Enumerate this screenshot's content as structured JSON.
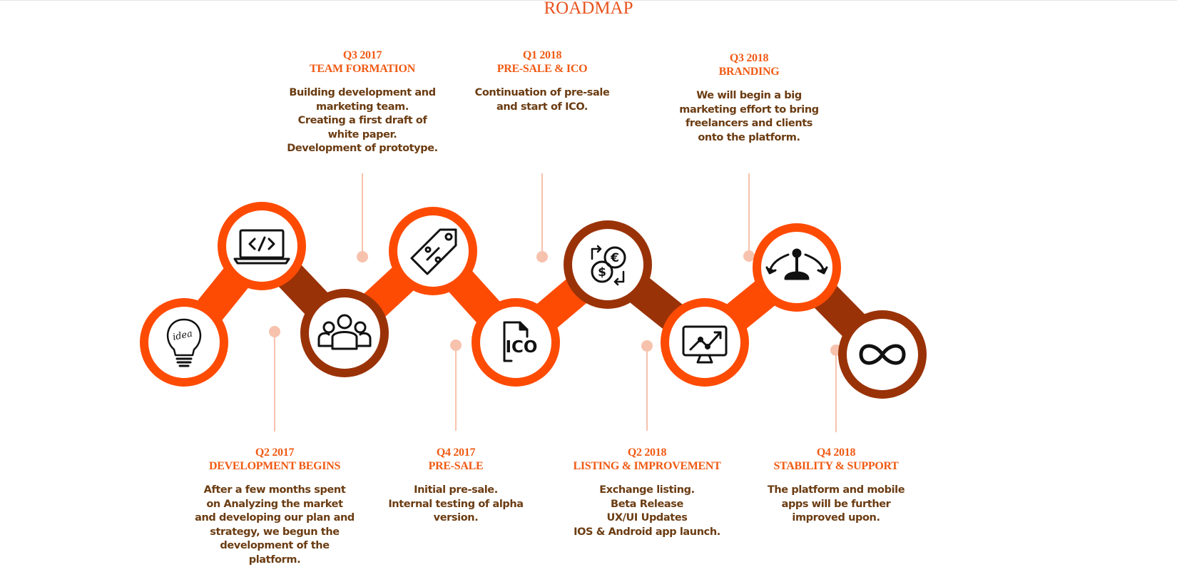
{
  "page": {
    "title": "ROADMAP"
  },
  "colors": {
    "title": "#e8531e",
    "heading": "#f05a13",
    "body": "#6b3c12",
    "ring_orange": "#fe4b04",
    "ring_brown": "#9a3208",
    "connector": "#f7c2ad"
  },
  "nodes": [
    {
      "icon": "idea-bulb-icon",
      "ring": "orange",
      "label": "idea"
    },
    {
      "icon": "code-laptop-icon",
      "ring": "orange"
    },
    {
      "icon": "team-icon",
      "ring": "brown"
    },
    {
      "icon": "discount-tag-icon",
      "ring": "orange"
    },
    {
      "icon": "ico-document-icon",
      "ring": "orange",
      "label": "ICO"
    },
    {
      "icon": "currency-exchange-icon",
      "ring": "brown"
    },
    {
      "icon": "chart-monitor-icon",
      "ring": "orange"
    },
    {
      "icon": "joystick-control-icon",
      "ring": "orange"
    },
    {
      "icon": "infinity-icon",
      "ring": "brown"
    }
  ],
  "milestones": [
    {
      "id": "q2-2017",
      "quarter": "Q2 2017",
      "heading": "DEVELOPMENT BEGINS",
      "body": [
        "After a few months spent",
        "on Analyzing the market",
        "and developing our plan and",
        "strategy, we begun the",
        "development of the",
        "platform."
      ]
    },
    {
      "id": "q3-2017",
      "quarter": "Q3 2017",
      "heading": "TEAM FORMATION",
      "body": [
        "Building development and",
        "marketing team.",
        "Creating a first draft of",
        "white paper.",
        "Development of prototype."
      ]
    },
    {
      "id": "q4-2017",
      "quarter": "Q4 2017",
      "heading": "PRE-SALE",
      "body": [
        "Initial pre-sale.",
        "Internal testing of alpha",
        "version."
      ]
    },
    {
      "id": "q1-2018",
      "quarter": "Q1 2018",
      "heading": "PRE-SALE & ICO",
      "body": [
        "Continuation of pre-sale",
        "and start of ICO."
      ]
    },
    {
      "id": "q2-2018",
      "quarter": "Q2 2018",
      "heading": "LISTING & IMPROVEMENT",
      "body": [
        "Exchange listing.",
        "Beta Release",
        "UX/UI Updates",
        "IOS & Android app launch."
      ]
    },
    {
      "id": "q3-2018",
      "quarter": "Q3 2018",
      "heading": "BRANDING",
      "body": [
        "We will begin a big",
        "marketing effort to bring",
        "freelancers and clients",
        "onto the platform."
      ]
    },
    {
      "id": "q4-2018",
      "quarter": "Q4 2018",
      "heading": "STABILITY & SUPPORT",
      "body": [
        "The platform and mobile",
        "apps will be further",
        "improved upon."
      ]
    }
  ]
}
